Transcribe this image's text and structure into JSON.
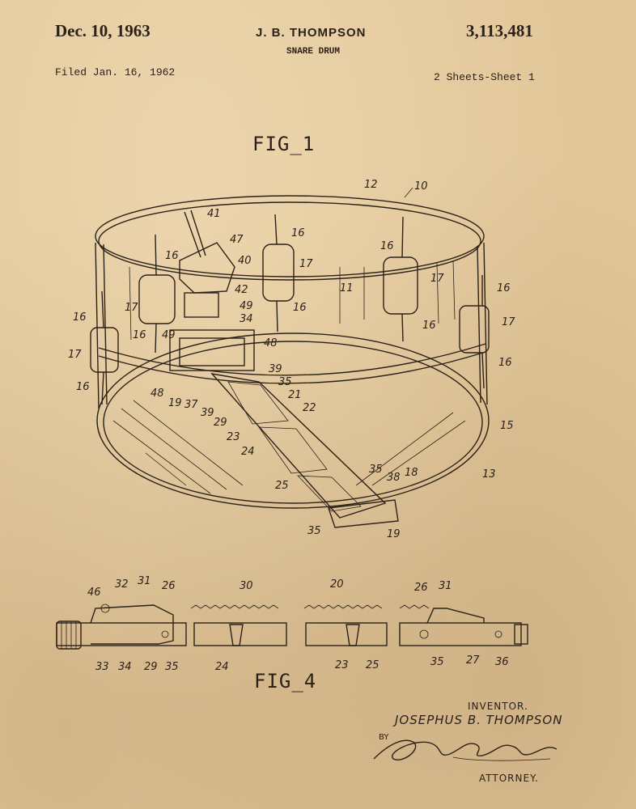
{
  "header": {
    "date": "Dec. 10, 1963",
    "inventor": "J. B. THOMPSON",
    "patent_number": "3,113,481",
    "title": "SNARE DRUM",
    "filed": "Filed Jan. 16, 1962",
    "sheets": "2 Sheets-Sheet 1"
  },
  "figures": {
    "fig1": "FIG_1",
    "fig4": "FIG_4"
  },
  "reference_numerals": {
    "n10": "10",
    "n11": "11",
    "n12": "12",
    "n13": "13",
    "n15": "15",
    "n16": "16",
    "n17": "17",
    "n18": "18",
    "n19": "19",
    "n20": "20",
    "n21": "21",
    "n22": "22",
    "n23": "23",
    "n24": "24",
    "n25": "25",
    "n26": "26",
    "n27": "27",
    "n29": "29",
    "n30": "30",
    "n31": "31",
    "n32": "32",
    "n33": "33",
    "n34": "34",
    "n35": "35",
    "n36": "36",
    "n37": "37",
    "n38": "38",
    "n39": "39",
    "n40": "40",
    "n41": "41",
    "n42": "42",
    "n46": "46",
    "n47": "47",
    "n48": "48",
    "n49": "49"
  },
  "signature_block": {
    "inventor_label": "INVENTOR.",
    "inventor_name": "JOSEPHUS B. THOMPSON",
    "by_label": "BY",
    "attorney_signature": "Sanford Schnurmacher",
    "attorney_label": "ATTORNEY."
  },
  "colors": {
    "paper": "#e2c79a",
    "ink": "#2b2118"
  }
}
